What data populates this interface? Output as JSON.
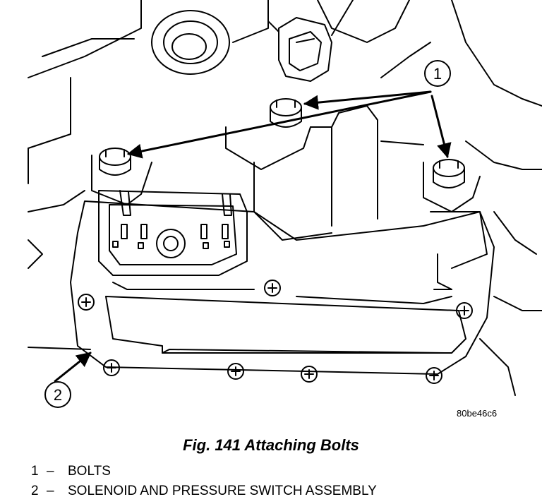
{
  "figure": {
    "image_code": "80be46c6",
    "callouts": [
      {
        "number": "1"
      },
      {
        "number": "2"
      }
    ]
  },
  "caption": "Fig. 141 Attaching Bolts",
  "legend": [
    {
      "number": "1",
      "dash": "–",
      "text": "BOLTS"
    },
    {
      "number": "2",
      "dash": "–",
      "text": "SOLENOID AND PRESSURE SWITCH ASSEMBLY"
    }
  ]
}
